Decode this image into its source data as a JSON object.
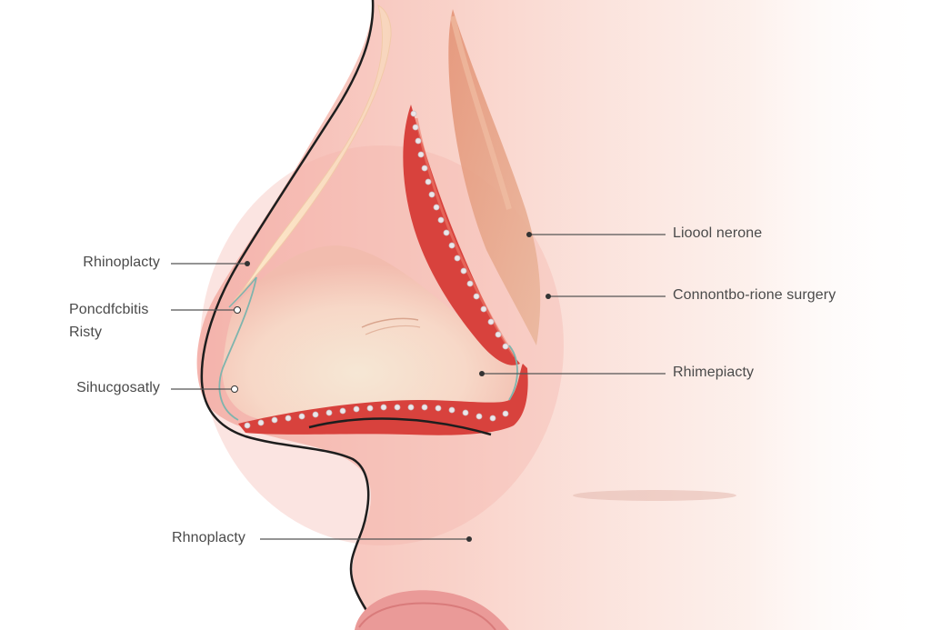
{
  "labels": {
    "left_1": "Rhinoplacty",
    "left_2_line1": "Poncdfcbitis",
    "left_2_line2": "Risty",
    "left_3": "Sihucgosatly",
    "bottom": "Rhnoplacty",
    "right_1": "Lioool nerone",
    "right_2": "Connontbo-rione surgery",
    "right_3": "Rhimepiacty"
  },
  "colors": {
    "skin_light": "#fbe3da",
    "skin_mid": "#f6c8bc",
    "cartilage_red": "#d8423d",
    "bone_orange": "#e7a07f",
    "suture_dot": "#e9e4e8",
    "outline": "#1e1e1e",
    "leader_line": "#555555"
  }
}
